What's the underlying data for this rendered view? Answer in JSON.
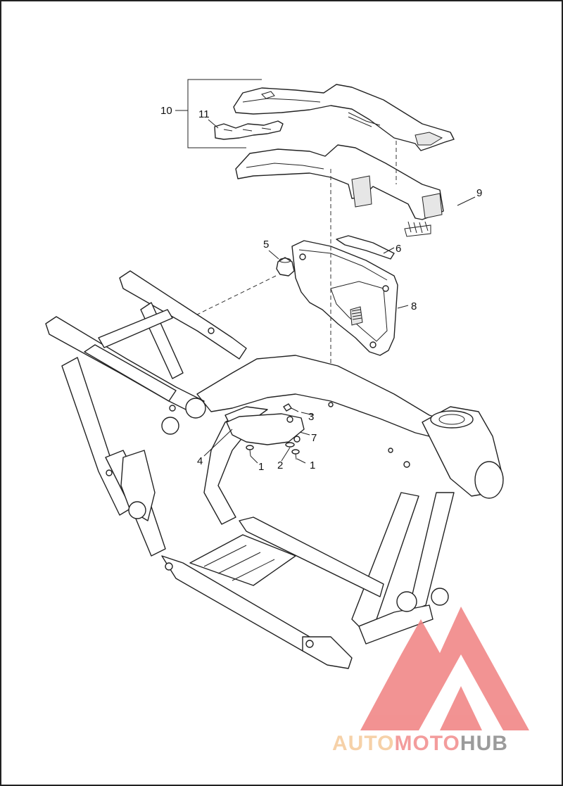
{
  "callouts": {
    "c1a": "1",
    "c1b": "1",
    "c2": "2",
    "c3": "3",
    "c4": "4",
    "c5": "5",
    "c6": "6",
    "c7": "7",
    "c8": "8",
    "c9": "9",
    "c10": "10",
    "c11": "11"
  },
  "watermark": {
    "part1": "AUTO",
    "part2": "MOTO",
    "part3": "HUB",
    "color1": "#f5c99a",
    "color2": "#f28b8b",
    "color3": "#8a8a8a",
    "logo_color": "#f08080"
  }
}
